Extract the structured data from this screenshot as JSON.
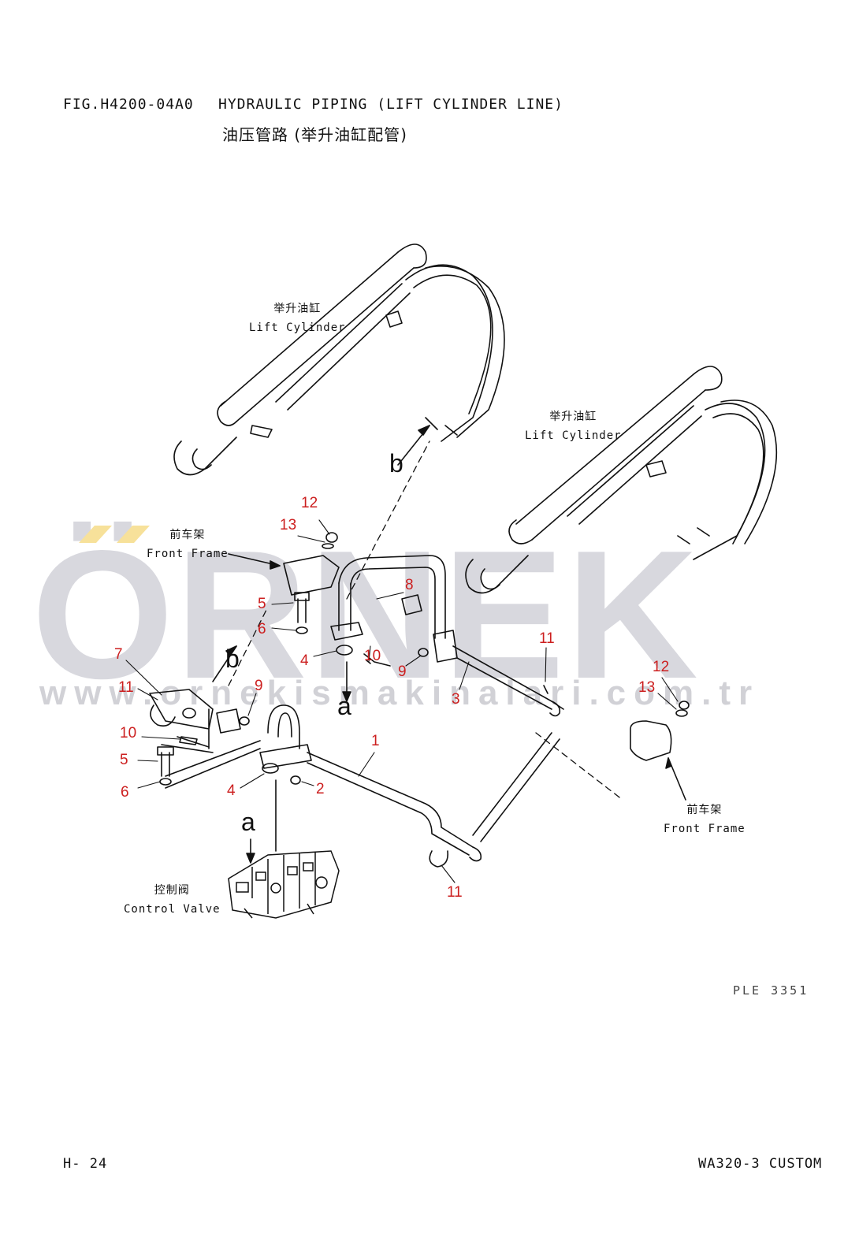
{
  "header": {
    "fig_number": "FIG.H4200-04A0",
    "title_en": "HYDRAULIC PIPING (LIFT CYLINDER LINE)",
    "title_cn": "油压管路 (举升油缸配管)"
  },
  "labels": {
    "lift_cyl_1_cn": "举升油缸",
    "lift_cyl_1_en": "Lift Cylinder",
    "lift_cyl_2_cn": "举升油缸",
    "lift_cyl_2_en": "Lift Cylinder",
    "front_frame_1_cn": "前车架",
    "front_frame_1_en": "Front Frame",
    "front_frame_2_cn": "前车架",
    "front_frame_2_en": "Front Frame",
    "control_valve_cn": "控制阀",
    "control_valve_en": "Control Valve"
  },
  "view_letters": {
    "b_upper": "b",
    "b_lower": "b",
    "a_upper": "a",
    "a_lower": "a"
  },
  "callouts": [
    {
      "id": "c12a",
      "text": "12"
    },
    {
      "id": "c13a",
      "text": "13"
    },
    {
      "id": "c5a",
      "text": "5"
    },
    {
      "id": "c6a",
      "text": "6"
    },
    {
      "id": "c8",
      "text": "8"
    },
    {
      "id": "c10a",
      "text": "10"
    },
    {
      "id": "c4a",
      "text": "4"
    },
    {
      "id": "c9a",
      "text": "9"
    },
    {
      "id": "c11a",
      "text": "11"
    },
    {
      "id": "c3",
      "text": "3"
    },
    {
      "id": "c7",
      "text": "7"
    },
    {
      "id": "c11b",
      "text": "11"
    },
    {
      "id": "c9b",
      "text": "9"
    },
    {
      "id": "c10b",
      "text": "10"
    },
    {
      "id": "c5b",
      "text": "5"
    },
    {
      "id": "c6b",
      "text": "6"
    },
    {
      "id": "c4b",
      "text": "4"
    },
    {
      "id": "c2",
      "text": "2"
    },
    {
      "id": "c1",
      "text": "1"
    },
    {
      "id": "c12b",
      "text": "12"
    },
    {
      "id": "c13b",
      "text": "13"
    },
    {
      "id": "c11c",
      "text": "11"
    }
  ],
  "drawing_code": "PLE 3351",
  "footer": {
    "page": "H-  24",
    "model": "WA320-3 CUSTOM"
  },
  "watermark": {
    "brand": "ÖRNEK",
    "url": "www.ornekismakinalari.com.tr"
  }
}
